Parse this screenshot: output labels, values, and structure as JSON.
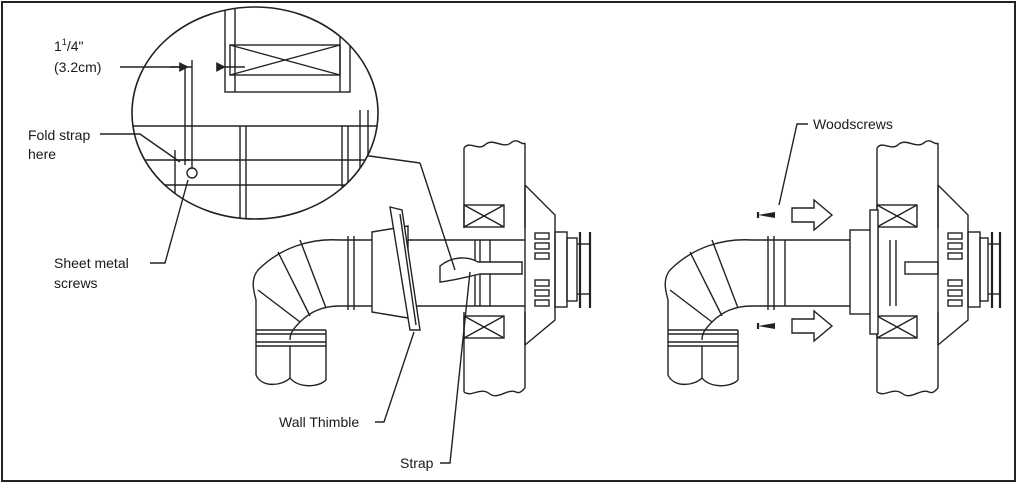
{
  "labels": {
    "dim_main": "1",
    "dim_sup": "1",
    "dim_frac": "/4\"",
    "dim_metric": "(3.2cm)",
    "fold_strap_1": "Fold strap",
    "fold_strap_2": "here",
    "sheet_metal_1": "Sheet metal",
    "sheet_metal_2": "screws",
    "wall_thimble": "Wall Thimble",
    "strap": "Strap",
    "woodscrews": "Woodscrews"
  }
}
